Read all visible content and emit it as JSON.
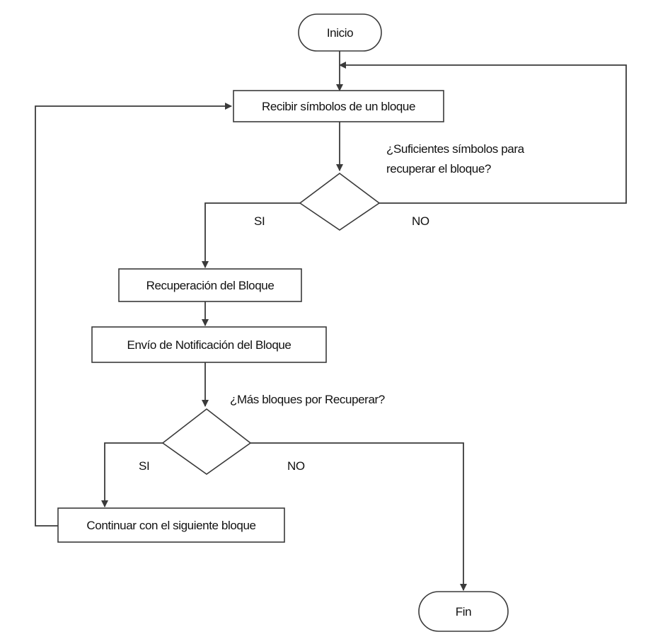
{
  "nodes": {
    "inicio": "Inicio",
    "recibir": "Recibir símbolos de un bloque",
    "decision1_line1": "¿Suficientes símbolos para",
    "decision1_line2": "recuperar el bloque?",
    "recuperacion": "Recuperación del Bloque",
    "envio": "Envío de Notificación del Bloque",
    "decision2": "¿Más bloques por Recuperar?",
    "continuar": "Continuar con el siguiente bloque",
    "fin": "Fin"
  },
  "branches": {
    "d1_yes": "SI",
    "d1_no": "NO",
    "d2_yes": "SI",
    "d2_no": "NO"
  },
  "colors": {
    "stroke": "#3a3a3a",
    "text": "#111111",
    "background": "#ffffff"
  }
}
